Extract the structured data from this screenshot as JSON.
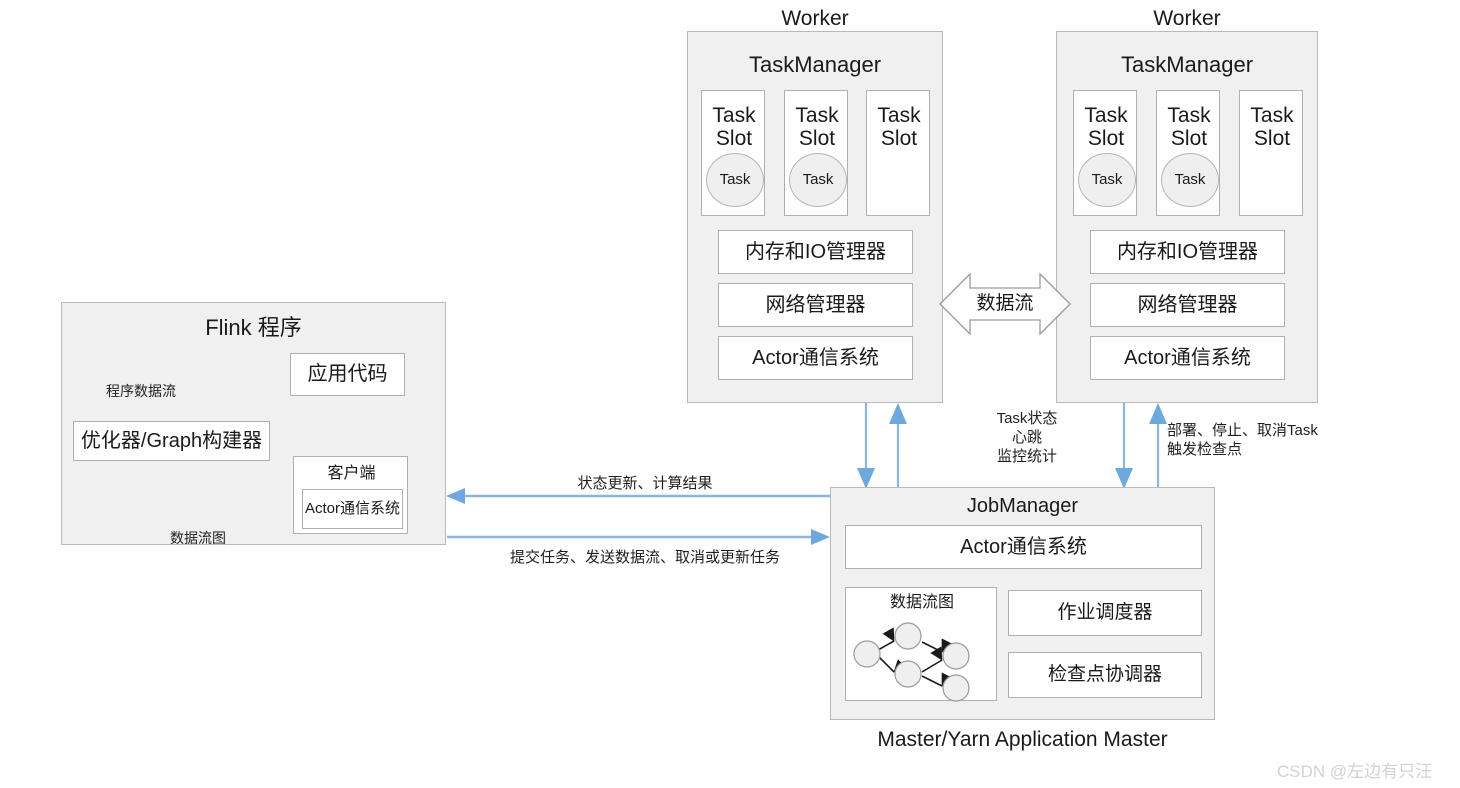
{
  "diagram": {
    "title": "Flink Runtime Architecture",
    "colors": {
      "panel_fill": "#f0f0f0",
      "panel_border": "#b9b9b9",
      "box_fill": "#ffffff",
      "box_border": "#b0b0b0",
      "arrow_blue": "#8ab6e0",
      "arrow_dark": "#595959",
      "text": "#1a1a1a",
      "watermark": "#d2d2d2"
    }
  },
  "workers": [
    {
      "caption": "Worker",
      "taskmanager_title": "TaskManager",
      "slots": [
        {
          "label": "Task\nSlot",
          "line1": "Task",
          "line2": "Slot",
          "task": "Task",
          "has_task": true
        },
        {
          "label": "Task\nSlot",
          "line1": "Task",
          "line2": "Slot",
          "task": "Task",
          "has_task": true
        },
        {
          "label": "Task\nSlot",
          "line1": "Task",
          "line2": "Slot",
          "task": "",
          "has_task": false
        }
      ],
      "components": [
        "内存和IO管理器",
        "网络管理器",
        "Actor通信系统"
      ]
    },
    {
      "caption": "Worker",
      "taskmanager_title": "TaskManager",
      "slots": [
        {
          "label": "Task\nSlot",
          "line1": "Task",
          "line2": "Slot",
          "task": "Task",
          "has_task": true
        },
        {
          "label": "Task\nSlot",
          "line1": "Task",
          "line2": "Slot",
          "task": "Task",
          "has_task": true
        },
        {
          "label": "Task\nSlot",
          "line1": "Task",
          "line2": "Slot",
          "task": "",
          "has_task": false
        }
      ],
      "components": [
        "内存和IO管理器",
        "网络管理器",
        "Actor通信系统"
      ]
    }
  ],
  "between_workers": {
    "label": "数据流",
    "icon": "double-headed-arrow-icon"
  },
  "flink_program": {
    "title": "Flink 程序",
    "app_code": "应用代码",
    "optimizer": "优化器/Graph构建器",
    "client": {
      "title": "客户端",
      "actor": "Actor通信系统"
    },
    "edge_program_dataflow": "程序数据流",
    "edge_dataflow_graph": "数据流图"
  },
  "jobmanager": {
    "title": "JobManager",
    "actor": "Actor通信系统",
    "dataflow_graph_title": "数据流图",
    "scheduler": "作业调度器",
    "checkpoint_coordinator": "检查点协调器",
    "caption": "Master/Yarn Application Master",
    "dataflow_graph_nodes": 5,
    "dataflow_graph_edges": 6
  },
  "edges": {
    "client_from_jm": "状态更新、计算结果",
    "client_to_jm": "提交任务、发送数据流、取消或更新任务",
    "tm_to_jm": "Task状态\n心跳\n监控统计",
    "tm_to_jm_lines": [
      "Task状态",
      "心跳",
      "监控统计"
    ],
    "jm_to_tm": "部署、停止、取消Task\n触发检查点",
    "jm_to_tm_lines": [
      "部署、停止、取消Task",
      "触发检查点"
    ]
  },
  "watermark": "CSDN @左边有只汪"
}
